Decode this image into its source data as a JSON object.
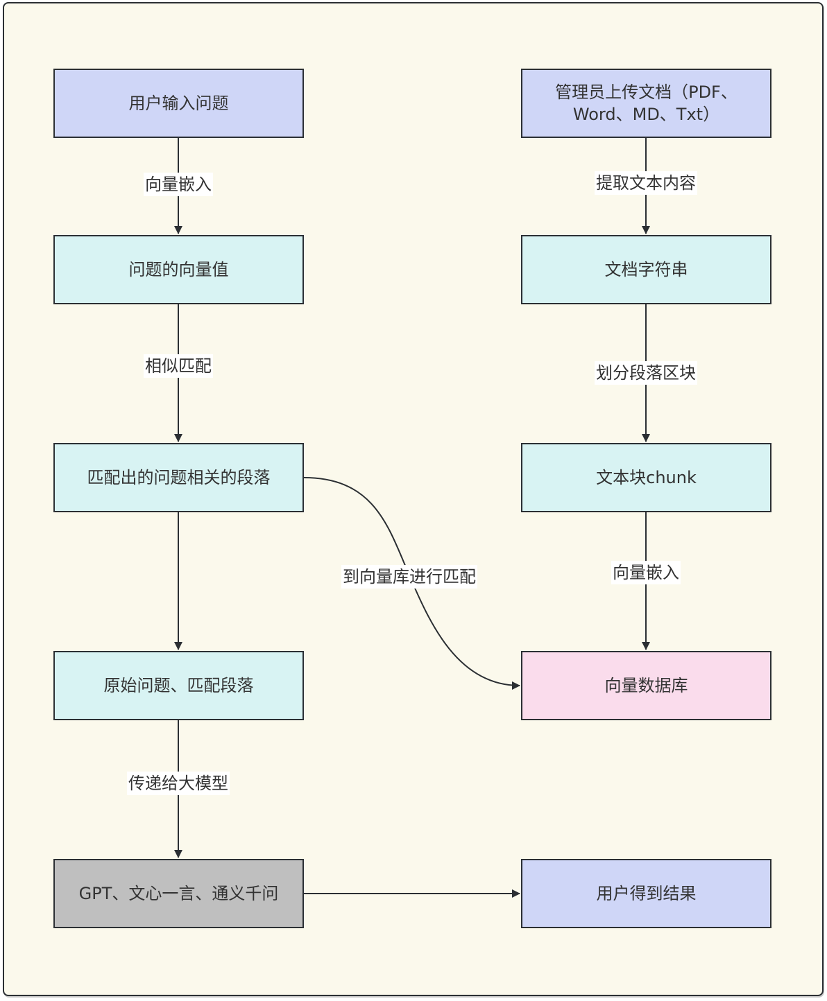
{
  "nodes": {
    "user_input": {
      "label": "用户输入问题",
      "fill": "#cfd6f7"
    },
    "question_vector": {
      "label": "问题的向量值",
      "fill": "#d8f3f3"
    },
    "matched_paragraphs": {
      "label": "匹配出的问题相关的段落",
      "fill": "#d8f3f3"
    },
    "original_and_matched": {
      "label": "原始问题、匹配段落",
      "fill": "#d8f3f3"
    },
    "llms": {
      "label": "GPT、文心一言、通义千问",
      "fill": "#bfbfbf"
    },
    "user_result": {
      "label": "用户得到结果",
      "fill": "#cfd6f7"
    },
    "admin_upload": {
      "label_line1": "管理员上传文档（PDF、",
      "label_line2": "Word、MD、Txt）",
      "fill": "#cfd6f7"
    },
    "doc_string": {
      "label": "文档字符串",
      "fill": "#d8f3f3"
    },
    "text_chunk": {
      "label": "文本块chunk",
      "fill": "#d8f3f3"
    },
    "vector_db": {
      "label": "向量数据库",
      "fill": "#fadcec"
    }
  },
  "edges": [
    {
      "from": "user_input",
      "to": "question_vector",
      "label": "向量嵌入"
    },
    {
      "from": "question_vector",
      "to": "matched_paragraphs",
      "label": "相似匹配"
    },
    {
      "from": "matched_paragraphs",
      "to": "vector_db",
      "label": "到向量库进行匹配"
    },
    {
      "from": "matched_paragraphs",
      "to": "original_and_matched",
      "label": ""
    },
    {
      "from": "original_and_matched",
      "to": "llms",
      "label": "传递给大模型"
    },
    {
      "from": "llms",
      "to": "user_result",
      "label": ""
    },
    {
      "from": "admin_upload",
      "to": "doc_string",
      "label": "提取文本内容"
    },
    {
      "from": "doc_string",
      "to": "text_chunk",
      "label": "划分段落区块"
    },
    {
      "from": "text_chunk",
      "to": "vector_db",
      "label": "向量嵌入"
    }
  ],
  "colors": {
    "stroke": "#2b2f33",
    "background": "#fbf9ec",
    "text": "#333333"
  }
}
